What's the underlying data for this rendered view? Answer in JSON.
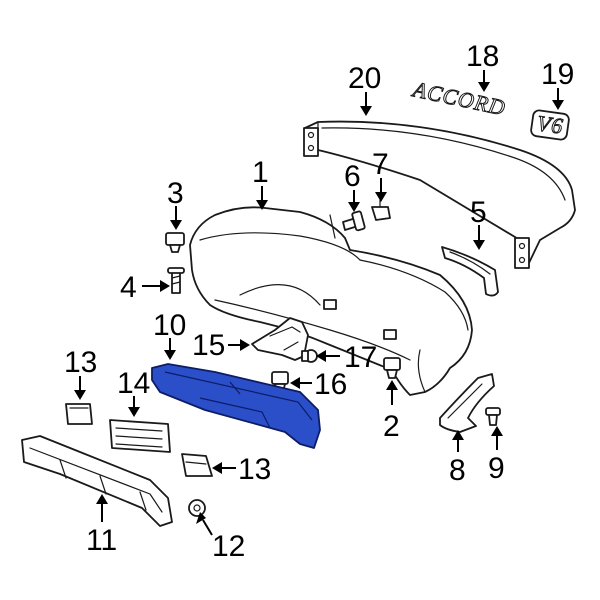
{
  "diagram": {
    "highlight_color": "#2b4fc9",
    "emblems": {
      "accord": "ACCORD",
      "v6": "V6"
    },
    "callouts": [
      {
        "id": "1",
        "label": "1"
      },
      {
        "id": "2",
        "label": "2"
      },
      {
        "id": "3",
        "label": "3"
      },
      {
        "id": "4",
        "label": "4"
      },
      {
        "id": "5",
        "label": "5"
      },
      {
        "id": "6",
        "label": "6"
      },
      {
        "id": "7",
        "label": "7"
      },
      {
        "id": "8",
        "label": "8"
      },
      {
        "id": "9",
        "label": "9"
      },
      {
        "id": "10",
        "label": "10"
      },
      {
        "id": "11",
        "label": "11"
      },
      {
        "id": "12",
        "label": "12"
      },
      {
        "id": "13a",
        "label": "13"
      },
      {
        "id": "13b",
        "label": "13"
      },
      {
        "id": "14",
        "label": "14"
      },
      {
        "id": "15",
        "label": "15"
      },
      {
        "id": "16",
        "label": "16"
      },
      {
        "id": "17",
        "label": "17"
      },
      {
        "id": "18",
        "label": "18"
      },
      {
        "id": "19",
        "label": "19"
      },
      {
        "id": "20",
        "label": "20"
      }
    ]
  }
}
